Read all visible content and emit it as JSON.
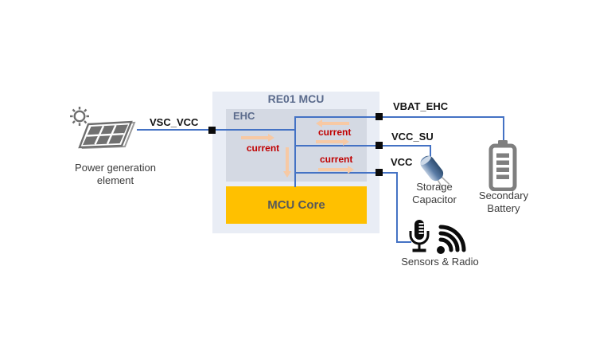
{
  "diagram": {
    "title": "RE01 MCU",
    "ehc_label": "EHC",
    "core_label": "MCU Core",
    "signals": {
      "vsc_vcc": "VSC_VCC",
      "vbat_ehc": "VBAT_EHC",
      "vcc_su": "VCC_SU",
      "vcc": "VCC"
    },
    "current_labels": {
      "input": "current",
      "battery": "current",
      "supply": "current"
    },
    "components": {
      "power_generation": {
        "line1": "Power generation",
        "line2": "element",
        "icon": "solar-panel-icon"
      },
      "storage_capacitor": {
        "line1": "Storage",
        "line2": "Capacitor",
        "icon": "capacitor-icon"
      },
      "secondary_battery": {
        "line1": "Secondary",
        "line2": "Battery",
        "icon": "battery-icon"
      },
      "sensors_radio": {
        "label": "Sensors & Radio",
        "icons": [
          "microphone-icon",
          "radio-waves-icon"
        ]
      }
    },
    "colors": {
      "wire": "#4472C4",
      "mcu_box": "#E9EDF5",
      "ehc_box": "#D4D9E3",
      "core_box": "#FFC000",
      "current_text": "#C00000",
      "arrow": "#F7C9A4",
      "box_label": "#5B6B8C",
      "caption_text": "#3B3B3B",
      "node": "#0B0B0B"
    }
  }
}
